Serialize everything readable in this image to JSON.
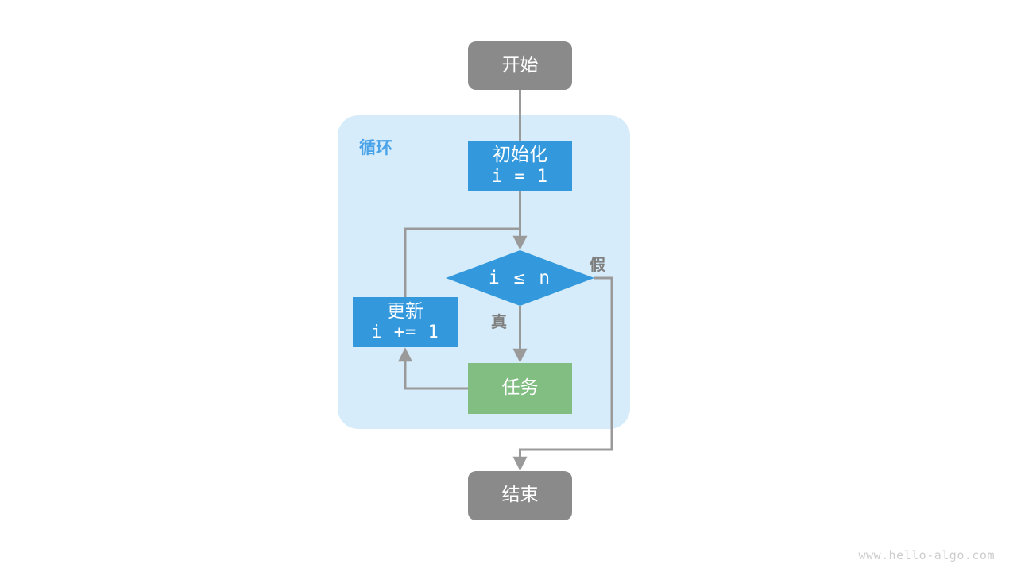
{
  "diagram": {
    "title": "for-loop-flowchart",
    "background": "#ffffff",
    "colors": {
      "terminal": "#8a8a8a",
      "process": "#3399dc",
      "task": "#82bd82",
      "loop_container": "#d6ecfa",
      "loop_label": "#4aa3e8",
      "edge": "#9a9a9a",
      "edge_label": "#7f7f7f",
      "watermark": "#cdcdcd"
    },
    "loop_container": {
      "label": "循环"
    },
    "nodes": {
      "start": {
        "label": "开始"
      },
      "init": {
        "line1": "初始化",
        "line2": "i = 1"
      },
      "condition": {
        "label": "i ≤ n"
      },
      "update": {
        "line1": "更新",
        "line2": "i += 1"
      },
      "task": {
        "label": "任务"
      },
      "end": {
        "label": "结束"
      }
    },
    "edge_labels": {
      "true": "真",
      "false": "假"
    },
    "watermark": "www.hello-algo.com"
  }
}
